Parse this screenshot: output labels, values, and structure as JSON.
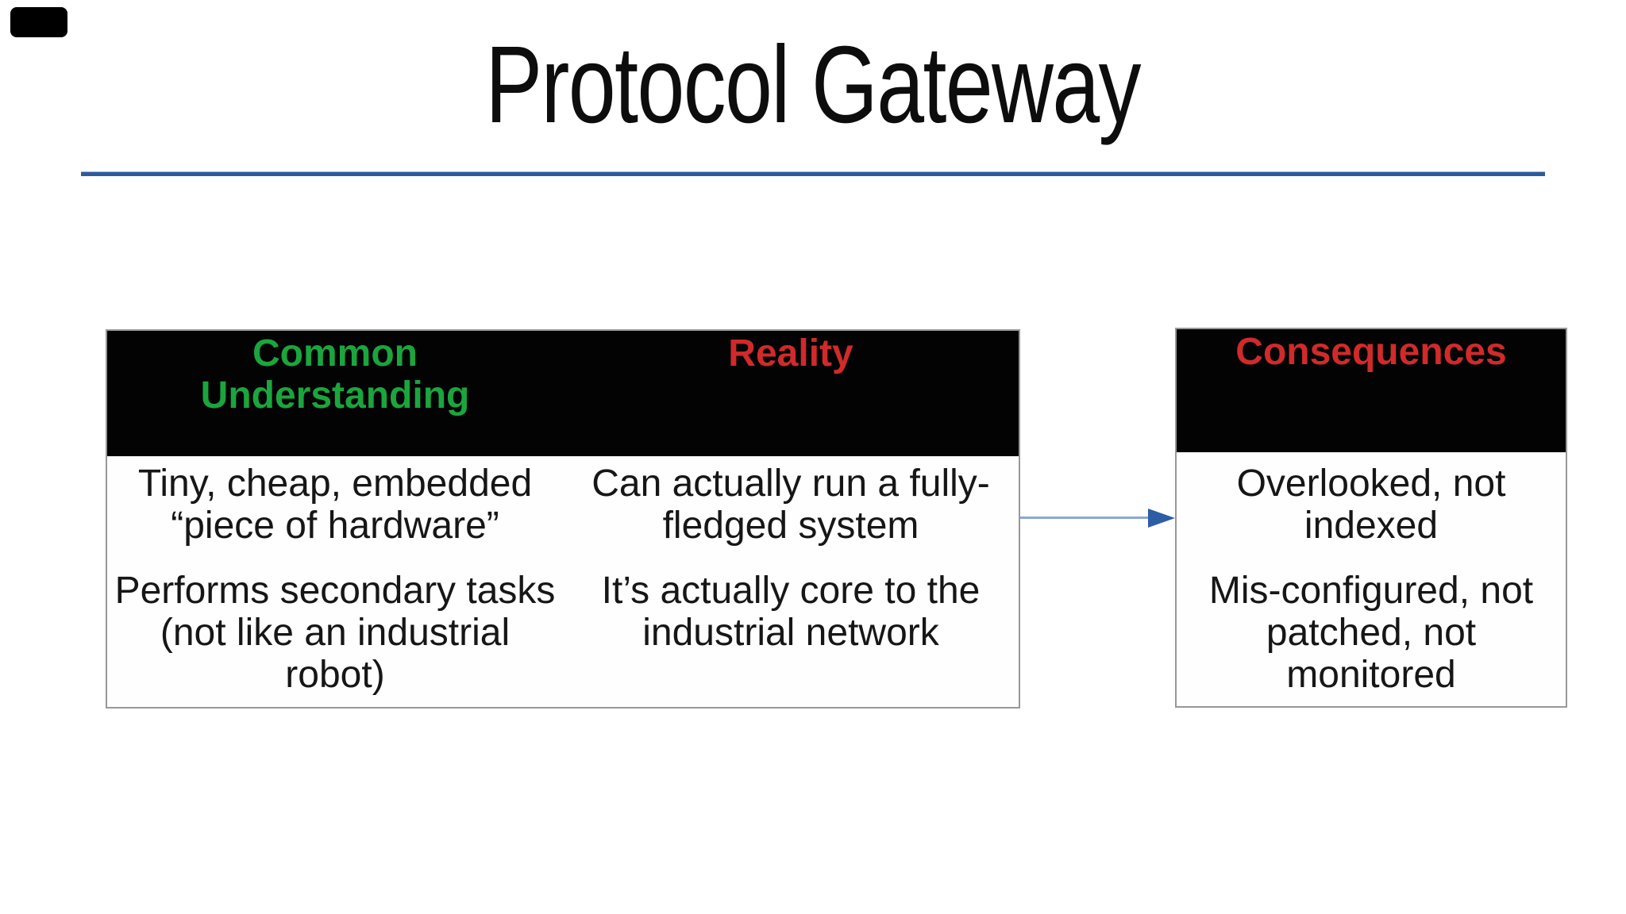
{
  "slide": {
    "title": "Protocol Gateway"
  },
  "colors": {
    "title_text": "#0d0d0d",
    "title_rule_blue": "#2e5b9c",
    "header_bg": "#030303",
    "green_header": "#1ba53d",
    "red_header": "#d02a2a",
    "body_text": "#161616",
    "panel_border": "#989898",
    "arrow_line": "#8ba8d6",
    "arrow_head": "#2e5da8",
    "corner_box": "#000000"
  },
  "comparison_table": {
    "columns": [
      {
        "header_lines": [
          "Common",
          "Understanding"
        ],
        "header_color": "#1ba53d",
        "paragraphs": [
          [
            "Tiny, cheap, embedded",
            "“piece of hardware”"
          ],
          [
            "Performs secondary tasks",
            "(not like an industrial",
            "robot)"
          ]
        ]
      },
      {
        "header_lines": [
          "Reality"
        ],
        "header_color": "#d02a2a",
        "paragraphs": [
          [
            "Can actually run a fully-",
            "fledged system"
          ],
          [
            "It’s actually core to the",
            "industrial network"
          ]
        ]
      }
    ]
  },
  "consequences": {
    "header_lines": [
      "Consequences"
    ],
    "header_color": "#d02a2a",
    "paragraphs": [
      [
        "Overlooked, not",
        "indexed"
      ],
      [
        "Mis-configured, not",
        "patched, not",
        "monitored"
      ]
    ]
  }
}
